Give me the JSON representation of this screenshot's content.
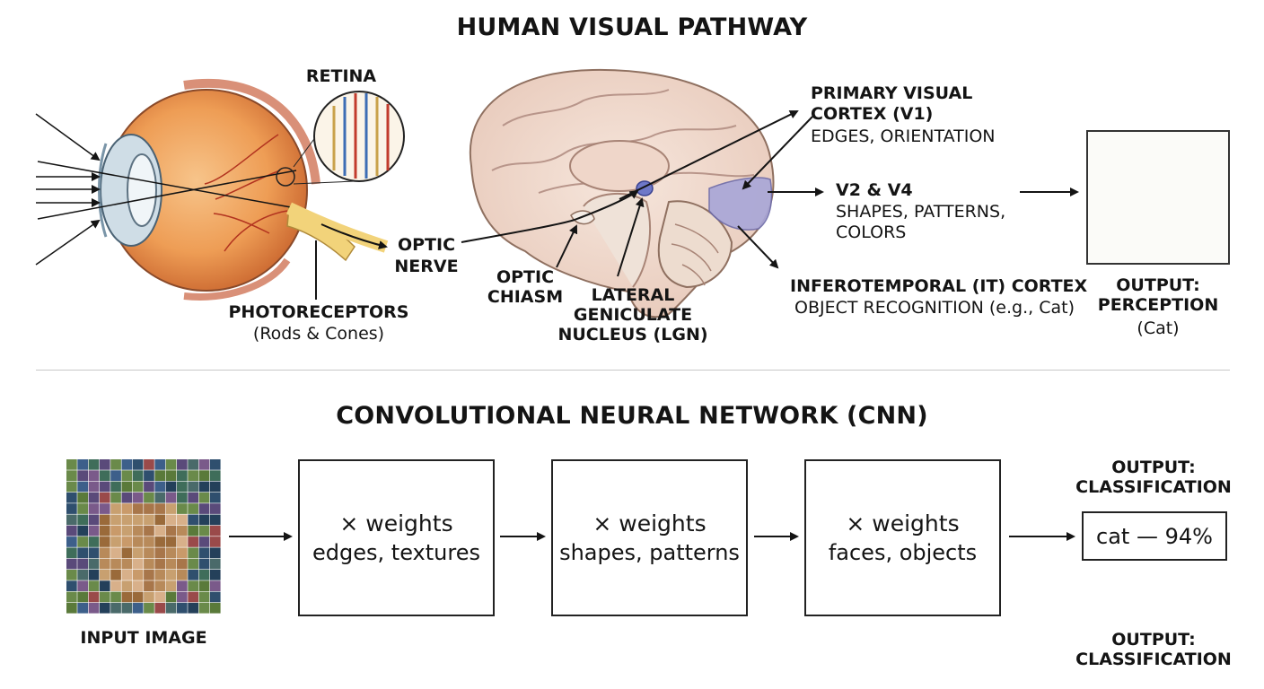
{
  "top": {
    "title": "HUMAN VISUAL PATHWAY",
    "retina": "RETINA",
    "optic_nerve": [
      "OPTIC",
      "NERVE"
    ],
    "photoreceptors": "PHOTORECEPTORS",
    "photoreceptors_sub": "(Rods & Cones)",
    "optic_chiasm": [
      "OPTIC",
      "CHIASM"
    ],
    "lgn": [
      "LATERAL",
      "GENICULATE",
      "NUCLEUS (LGN)"
    ],
    "v1": [
      "PRIMARY VISUAL",
      "CORTEX (V1)"
    ],
    "v1_sub": "EDGES, ORIENTATION",
    "v2v4": "V2 & V4",
    "v2v4_sub": [
      "SHAPES, PATTERNS,",
      "COLORS"
    ],
    "it": "INFEROTEMPORAL (IT) CORTEX",
    "it_sub": "OBJECT RECOGNITION (e.g., Cat)",
    "output": [
      "OUTPUT:",
      "PERCEPTION"
    ],
    "output_sub": "(Cat)"
  },
  "bottom": {
    "title": "CONVOLUTIONAL NEURAL NETWORK (CNN)",
    "input_label": "INPUT IMAGE",
    "layers": [
      {
        "weights": "× weights",
        "features": "edges, textures"
      },
      {
        "weights": "× weights",
        "features": "shapes, patterns"
      },
      {
        "weights": "× weights",
        "features": "faces, objects"
      }
    ],
    "output_top": [
      "OUTPUT:",
      "CLASSIFICATION"
    ],
    "result": "cat — 94%",
    "output_bottom": [
      "OUTPUT:",
      "CLASSIFICATION"
    ]
  },
  "colors": {
    "eye_orange": "#f0a561",
    "nerve_yellow": "#f2d37a",
    "brain_pink": "#f2ddd2",
    "cortex_purple": "#a8a6d8",
    "line": "#141414"
  }
}
